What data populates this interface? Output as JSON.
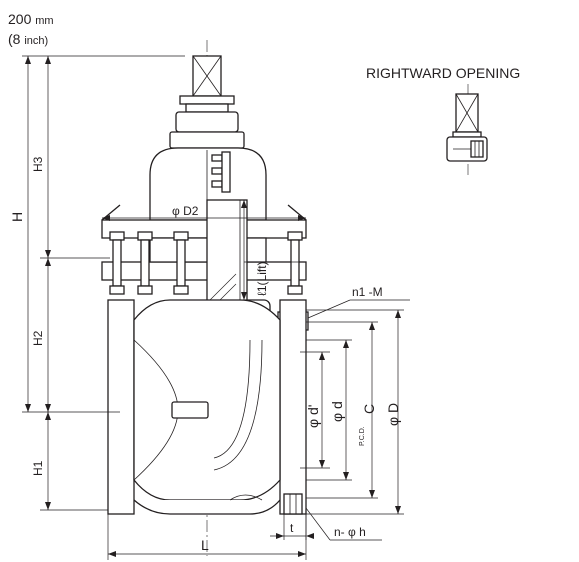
{
  "header": {
    "size_value": "200",
    "size_unit": "mm",
    "inch_open": "(8",
    "inch_unit": "inch)"
  },
  "variant_label": "RIGHTWARD OPENING",
  "dimensions": {
    "H": "H",
    "H3": "H3",
    "H2": "H2",
    "H1": "H1",
    "phi_D2": "φ D2",
    "lift": "ℓ1(Lift)",
    "n1_M": "n1 -M",
    "phi_d_prime": "φ d'",
    "phi_d": "φ d",
    "C": "C",
    "pcd": "P.C.D.",
    "phi_D": "φ D",
    "t": "t",
    "n_phi_h": "n- φ h",
    "L": "L"
  }
}
